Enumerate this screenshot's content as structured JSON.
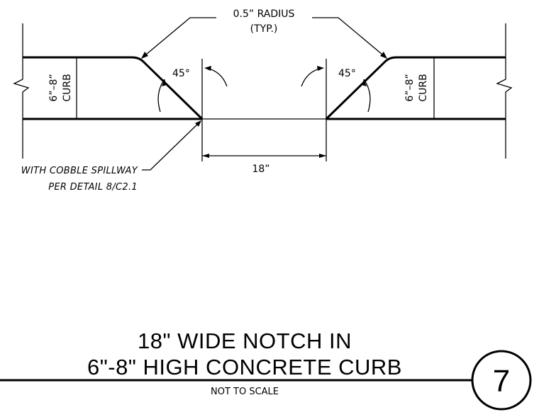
{
  "notes": {
    "radius_line1": "0.5” RADIUS",
    "radius_line2": "(TYP.)",
    "angle_left": "45°",
    "angle_right": "45°",
    "curb_height_left": "6”–8”",
    "curb_label_left": "CURB",
    "curb_height_right": "6”–8”",
    "curb_label_right": "CURB",
    "notch_width": "18”",
    "spillway_line1": "WITH COBBLE SPILLWAY",
    "spillway_line2": "PER DETAIL 8/C2.1"
  },
  "title_block": {
    "title_line1": "18\" WIDE NOTCH IN",
    "title_line2": "6\"-8\" HIGH CONCRETE CURB",
    "scale_note": "NOT TO SCALE",
    "detail_number": "7"
  }
}
